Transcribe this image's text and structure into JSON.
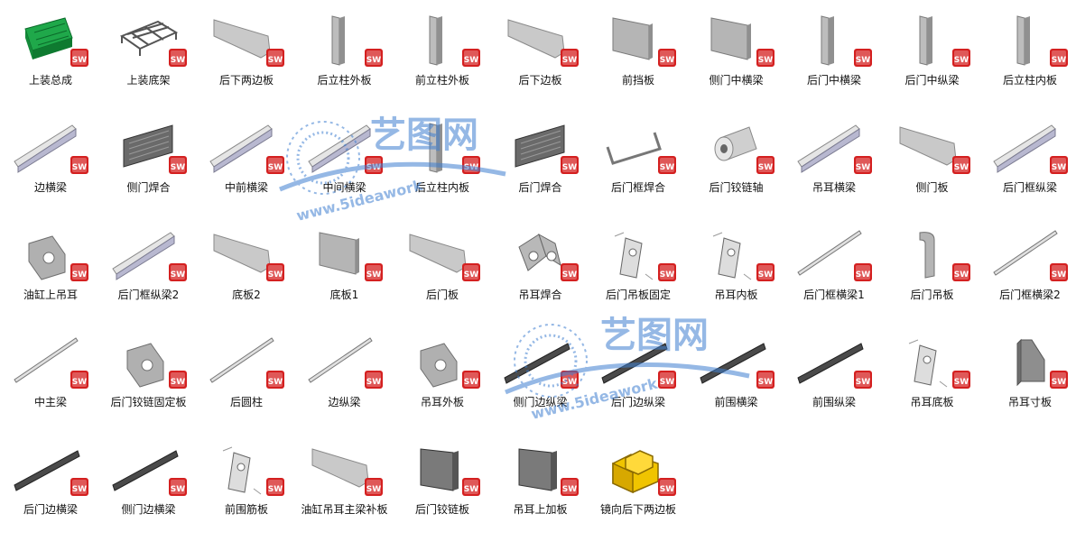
{
  "badge": {
    "icon": "solidworks-part-icon",
    "text": "SW",
    "color": "#d42020"
  },
  "watermark": {
    "brand": "艺图网",
    "url": "www.5ideawork",
    "color": "#3f7fd0"
  },
  "files": [
    {
      "label": "上装总成",
      "icon": "assembly-icon"
    },
    {
      "label": "上装底架",
      "icon": "frame-icon"
    },
    {
      "label": "后下两边板",
      "icon": "plate-icon"
    },
    {
      "label": "后立柱外板",
      "icon": "post-icon"
    },
    {
      "label": "前立柱外板",
      "icon": "post-icon"
    },
    {
      "label": "后下边板",
      "icon": "plate-icon"
    },
    {
      "label": "前挡板",
      "icon": "panel-icon"
    },
    {
      "label": "侧门中横梁",
      "icon": "panel-icon"
    },
    {
      "label": "后门中横梁",
      "icon": "post-icon"
    },
    {
      "label": "后门中纵梁",
      "icon": "post-icon"
    },
    {
      "label": "后立柱内板",
      "icon": "post-icon"
    },
    {
      "label": "边横梁",
      "icon": "beam-icon"
    },
    {
      "label": "侧门焊合",
      "icon": "grille-icon"
    },
    {
      "label": "中前横梁",
      "icon": "beam-icon"
    },
    {
      "label": "中间横梁",
      "icon": "beam-icon"
    },
    {
      "label": "后立柱内板",
      "icon": "post-icon"
    },
    {
      "label": "后门焊合",
      "icon": "grille-icon"
    },
    {
      "label": "后门框焊合",
      "icon": "bracket-icon"
    },
    {
      "label": "后门铰链轴",
      "icon": "cylinder-icon"
    },
    {
      "label": "吊耳横梁",
      "icon": "beam-icon"
    },
    {
      "label": "侧门板",
      "icon": "plate-icon"
    },
    {
      "label": "后门框纵梁",
      "icon": "beam-icon"
    },
    {
      "label": "油缸上吊耳",
      "icon": "lug-icon"
    },
    {
      "label": "后门框纵梁2",
      "icon": "beam-icon"
    },
    {
      "label": "底板2",
      "icon": "plate-icon"
    },
    {
      "label": "底板1",
      "icon": "panel-icon"
    },
    {
      "label": "后门板",
      "icon": "plate-icon"
    },
    {
      "label": "吊耳焊合",
      "icon": "lug-assembly-icon"
    },
    {
      "label": "后门吊板固定",
      "icon": "drawing-icon"
    },
    {
      "label": "吊耳内板",
      "icon": "drawing-icon"
    },
    {
      "label": "后门框横梁1",
      "icon": "rod-icon"
    },
    {
      "label": "后门吊板",
      "icon": "hook-icon"
    },
    {
      "label": "后门框横梁2",
      "icon": "rod-icon"
    },
    {
      "label": "中主梁",
      "icon": "rod-icon"
    },
    {
      "label": "后门铰链固定板",
      "icon": "lug-icon"
    },
    {
      "label": "后圆柱",
      "icon": "rod-icon"
    },
    {
      "label": "边纵梁",
      "icon": "rod-icon"
    },
    {
      "label": "吊耳外板",
      "icon": "lug-icon"
    },
    {
      "label": "侧门边纵梁",
      "icon": "bar-icon"
    },
    {
      "label": "后门边纵梁",
      "icon": "bar-icon"
    },
    {
      "label": "前围横梁",
      "icon": "bar-icon"
    },
    {
      "label": "前围纵梁",
      "icon": "bar-icon"
    },
    {
      "label": "吊耳底板",
      "icon": "drawing-icon"
    },
    {
      "label": "吊耳寸板",
      "icon": "gusset-icon"
    },
    {
      "label": "后门边横梁",
      "icon": "bar-icon"
    },
    {
      "label": "侧门边横梁",
      "icon": "bar-icon"
    },
    {
      "label": "前围筋板",
      "icon": "drawing-icon"
    },
    {
      "label": "油缸吊耳主梁补板",
      "icon": "plate-icon"
    },
    {
      "label": "后门铰链板",
      "icon": "block-icon"
    },
    {
      "label": "吊耳上加板",
      "icon": "block-icon"
    },
    {
      "label": "镜向后下两边板",
      "icon": "yellow-block-icon"
    }
  ]
}
